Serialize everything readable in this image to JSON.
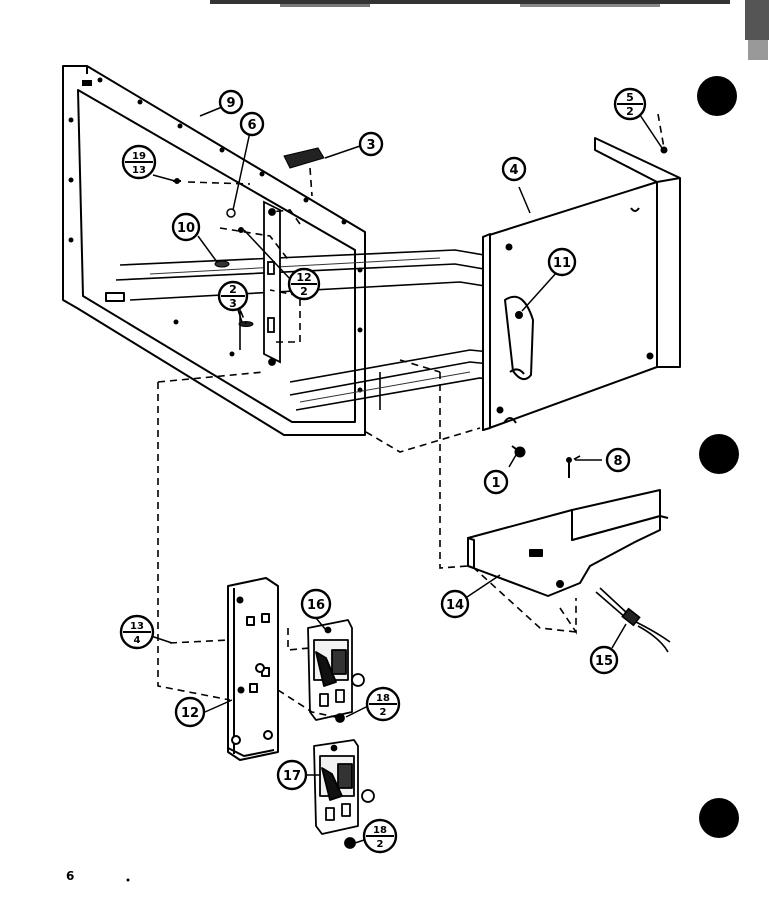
{
  "callouts": {
    "c1": "1",
    "c3": "3",
    "c4": "4",
    "c6": "6",
    "c8": "8",
    "c9": "9",
    "c10": "10",
    "c11": "11",
    "c12": "12",
    "c14": "14",
    "c15": "15",
    "c16": "16",
    "c17": "17"
  },
  "fractions": {
    "f5_2": {
      "top": "5",
      "bottom": "2"
    },
    "f19_13": {
      "top": "19",
      "bottom": "13"
    },
    "f12_2": {
      "top": "12",
      "bottom": "2"
    },
    "f2_3": {
      "top": "2",
      "bottom": "3"
    },
    "f13_4": {
      "top": "13",
      "bottom": "4"
    },
    "f18_2a": {
      "top": "18",
      "bottom": "2"
    },
    "f18_2b": {
      "top": "18",
      "bottom": "2"
    }
  },
  "page_number": "6",
  "colors": {
    "ink": "#000000",
    "paper": "#ffffff"
  }
}
